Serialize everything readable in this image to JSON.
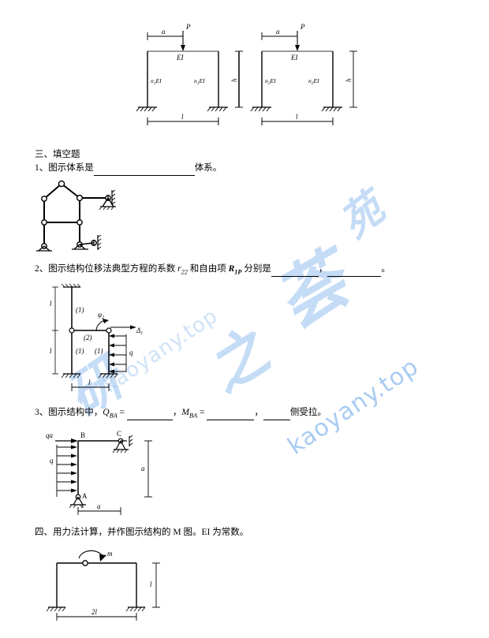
{
  "document": {
    "title": "结构力学试题 填空题与计算题",
    "watermarks": {
      "chinese": [
        "研",
        "之",
        "荟",
        "苑"
      ],
      "english": "kaoyany.top",
      "color": "#aaccf0"
    }
  },
  "top_figures": {
    "caption": "",
    "frames": [
      {
        "name": "frame-left",
        "load_label": "P",
        "dim_a": "a",
        "beam_label": "EI",
        "left_column_label": "n",
        "left_column_sub": "1",
        "left_column_tail": "EI",
        "right_column_label": "n",
        "right_column_sub": "1",
        "right_column_tail": "EI",
        "height_label": "h",
        "span_label": "l",
        "support_type": "fixed"
      },
      {
        "name": "frame-right",
        "load_label": "P",
        "dim_a": "a",
        "beam_label": "EI",
        "left_column_label": "n",
        "left_column_sub": "2",
        "left_column_tail": "EI",
        "right_column_label": "n",
        "right_column_sub": "2",
        "right_column_tail": "EI",
        "height_label": "h",
        "span_label": "l",
        "support_type": "fixed"
      }
    ]
  },
  "section3": {
    "heading": "三、填空题",
    "q1": {
      "prefix": "1、图示体系是",
      "suffix": "体系。",
      "figure_name": "truss-frame-stability"
    },
    "q2": {
      "prefix": "2、图示结构位移法典型方程的系数 ",
      "symbol1": "r",
      "symbol1_sub": "22",
      "mid": " 和自由项 ",
      "symbol2": "R",
      "symbol2_sub": "1P",
      "tail": " 分别是",
      "sep": "，",
      "end": "。",
      "figure": {
        "name": "displacement-method-frame",
        "labels": {
          "segment1": "(1)",
          "segment2": "(2)",
          "segment3": "(1)",
          "segment4": "(1)",
          "rotation": "φ",
          "rotation_sub": "2",
          "translation": "Δ",
          "translation_sub": "1",
          "load": "q",
          "dim_left_top": "l",
          "dim_left_bottom": "l",
          "dim_span": "l"
        }
      }
    },
    "q3": {
      "prefix": "3、图示结构中，",
      "symbol1": "Q",
      "symbol1_sub": "BA",
      "eq": " = ",
      "mid": "，",
      "symbol2": "M",
      "symbol2_sub": "BA",
      "tail": "，",
      "end": "侧受拉。",
      "figure": {
        "name": "L-frame-shear-moment",
        "labels": {
          "top_force": "qa",
          "node_b": "B",
          "node_c": "C",
          "node_a": "A",
          "dist_load": "q",
          "dim_height": "a",
          "dim_span": "a"
        }
      }
    }
  },
  "section4": {
    "heading": "四、用力法计算，并作图示结构的 M 图。EI 为常数。",
    "figure": {
      "name": "force-method-hinged-frame",
      "labels": {
        "moment": "m",
        "dim_height": "l",
        "dim_span": "2l"
      }
    }
  }
}
